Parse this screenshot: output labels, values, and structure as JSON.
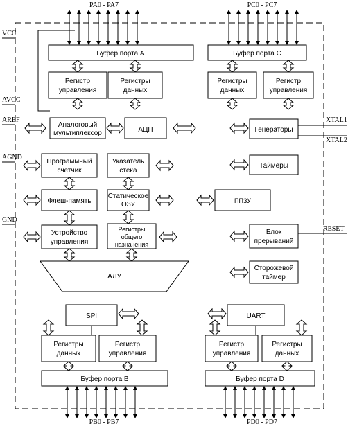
{
  "pins": {
    "pa": "PA0 - PA7",
    "pc": "PC0 - PC7",
    "pb": "PB0 - PB7",
    "pd": "PD0 - PD7",
    "vcc": "VCC",
    "avcc": "AVCC",
    "aref": "AREF",
    "agnd": "AGND",
    "gnd": "GND",
    "xtal1": "XTAL1",
    "xtal2": "XTAL2",
    "reset": "RESET"
  },
  "blocks": {
    "port_a_buffer": "Буфер порта A",
    "port_c_buffer": "Буфер порта C",
    "port_b_buffer": "Буфер порта B",
    "port_d_buffer": "Буфер порта D",
    "control_reg_a": [
      "Регистр",
      "управления"
    ],
    "data_reg_a": [
      "Регистры",
      "данных"
    ],
    "data_reg_c": [
      "Регистры",
      "данных"
    ],
    "control_reg_c": [
      "Регистр",
      "управления"
    ],
    "analog_mux": [
      "Аналоговый",
      "мультиплексор"
    ],
    "adc": "АЦП",
    "oscillators": "Генераторы",
    "program_counter": [
      "Программный",
      "счетчик"
    ],
    "stack_pointer": [
      "Указатель",
      "стека"
    ],
    "timers": "Таймеры",
    "flash": "Флеш-память",
    "sram": [
      "Статическое",
      "ОЗУ"
    ],
    "eeprom": "ППЗУ",
    "control_unit": [
      "Устройство",
      "управления"
    ],
    "gp_registers": [
      "Регистры",
      "общего",
      "назначения"
    ],
    "interrupt_unit": [
      "Блок",
      "прерываний"
    ],
    "alu": "АЛУ",
    "watchdog": [
      "Сторожевой",
      "таймер"
    ],
    "spi": "SPI",
    "uart": "UART",
    "data_reg_b": [
      "Регистры",
      "данных"
    ],
    "control_reg_b": [
      "Регистр",
      "управления"
    ],
    "control_reg_d": [
      "Регистр",
      "управления"
    ],
    "data_reg_d": [
      "Регистры",
      "данных"
    ]
  }
}
